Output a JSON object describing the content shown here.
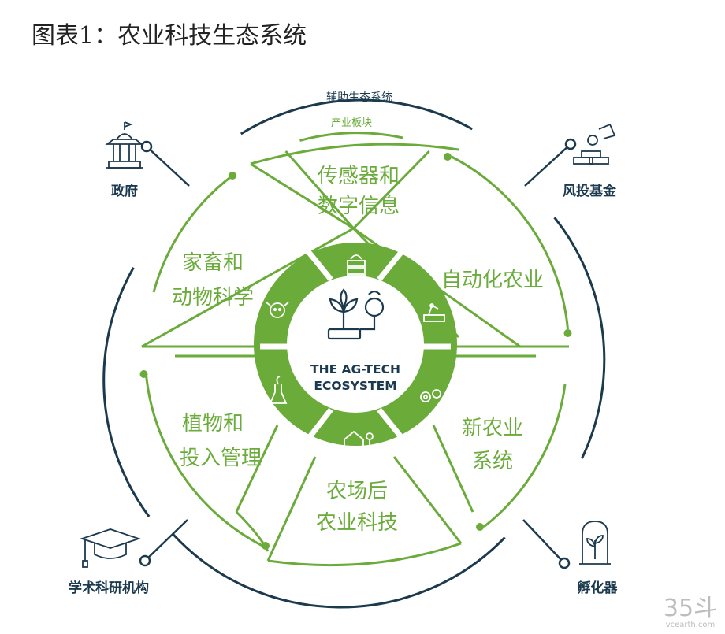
{
  "title": "图表1：农业科技生态系统",
  "colors": {
    "green": "#6aab3a",
    "navy": "#1c3a4e"
  },
  "rings": {
    "outer": "辅助生态系统",
    "inner": "产业板块"
  },
  "center": {
    "line1": "THE AG-TECH",
    "line2": "ECOSYSTEM",
    "icon": "plant-monitor-icon"
  },
  "segments": [
    {
      "line1": "传感器和",
      "line2": "数字信息",
      "icon": "server-icon"
    },
    {
      "line1": "自动化农业",
      "line2": "",
      "icon": "robot-arm-icon"
    },
    {
      "line1": "新农业",
      "line2": "系统",
      "icon": "gears-icon"
    },
    {
      "line1": "农场后",
      "line2": "农业科技",
      "icon": "farm-icon"
    },
    {
      "line1": "植物和",
      "line2": "投入管理",
      "icon": "flask-icon"
    },
    {
      "line1": "家畜和",
      "line2": "动物科学",
      "icon": "cow-icon"
    }
  ],
  "actors": [
    {
      "label": "政府",
      "icon": "government-building-icon"
    },
    {
      "label": "风投基金",
      "icon": "money-hand-icon"
    },
    {
      "label": "学术科研机构",
      "icon": "graduation-cap-icon"
    },
    {
      "label": "孵化器",
      "icon": "incubator-jar-icon"
    }
  ],
  "watermark": {
    "big": "35斗",
    "small": "vcearth.com"
  }
}
